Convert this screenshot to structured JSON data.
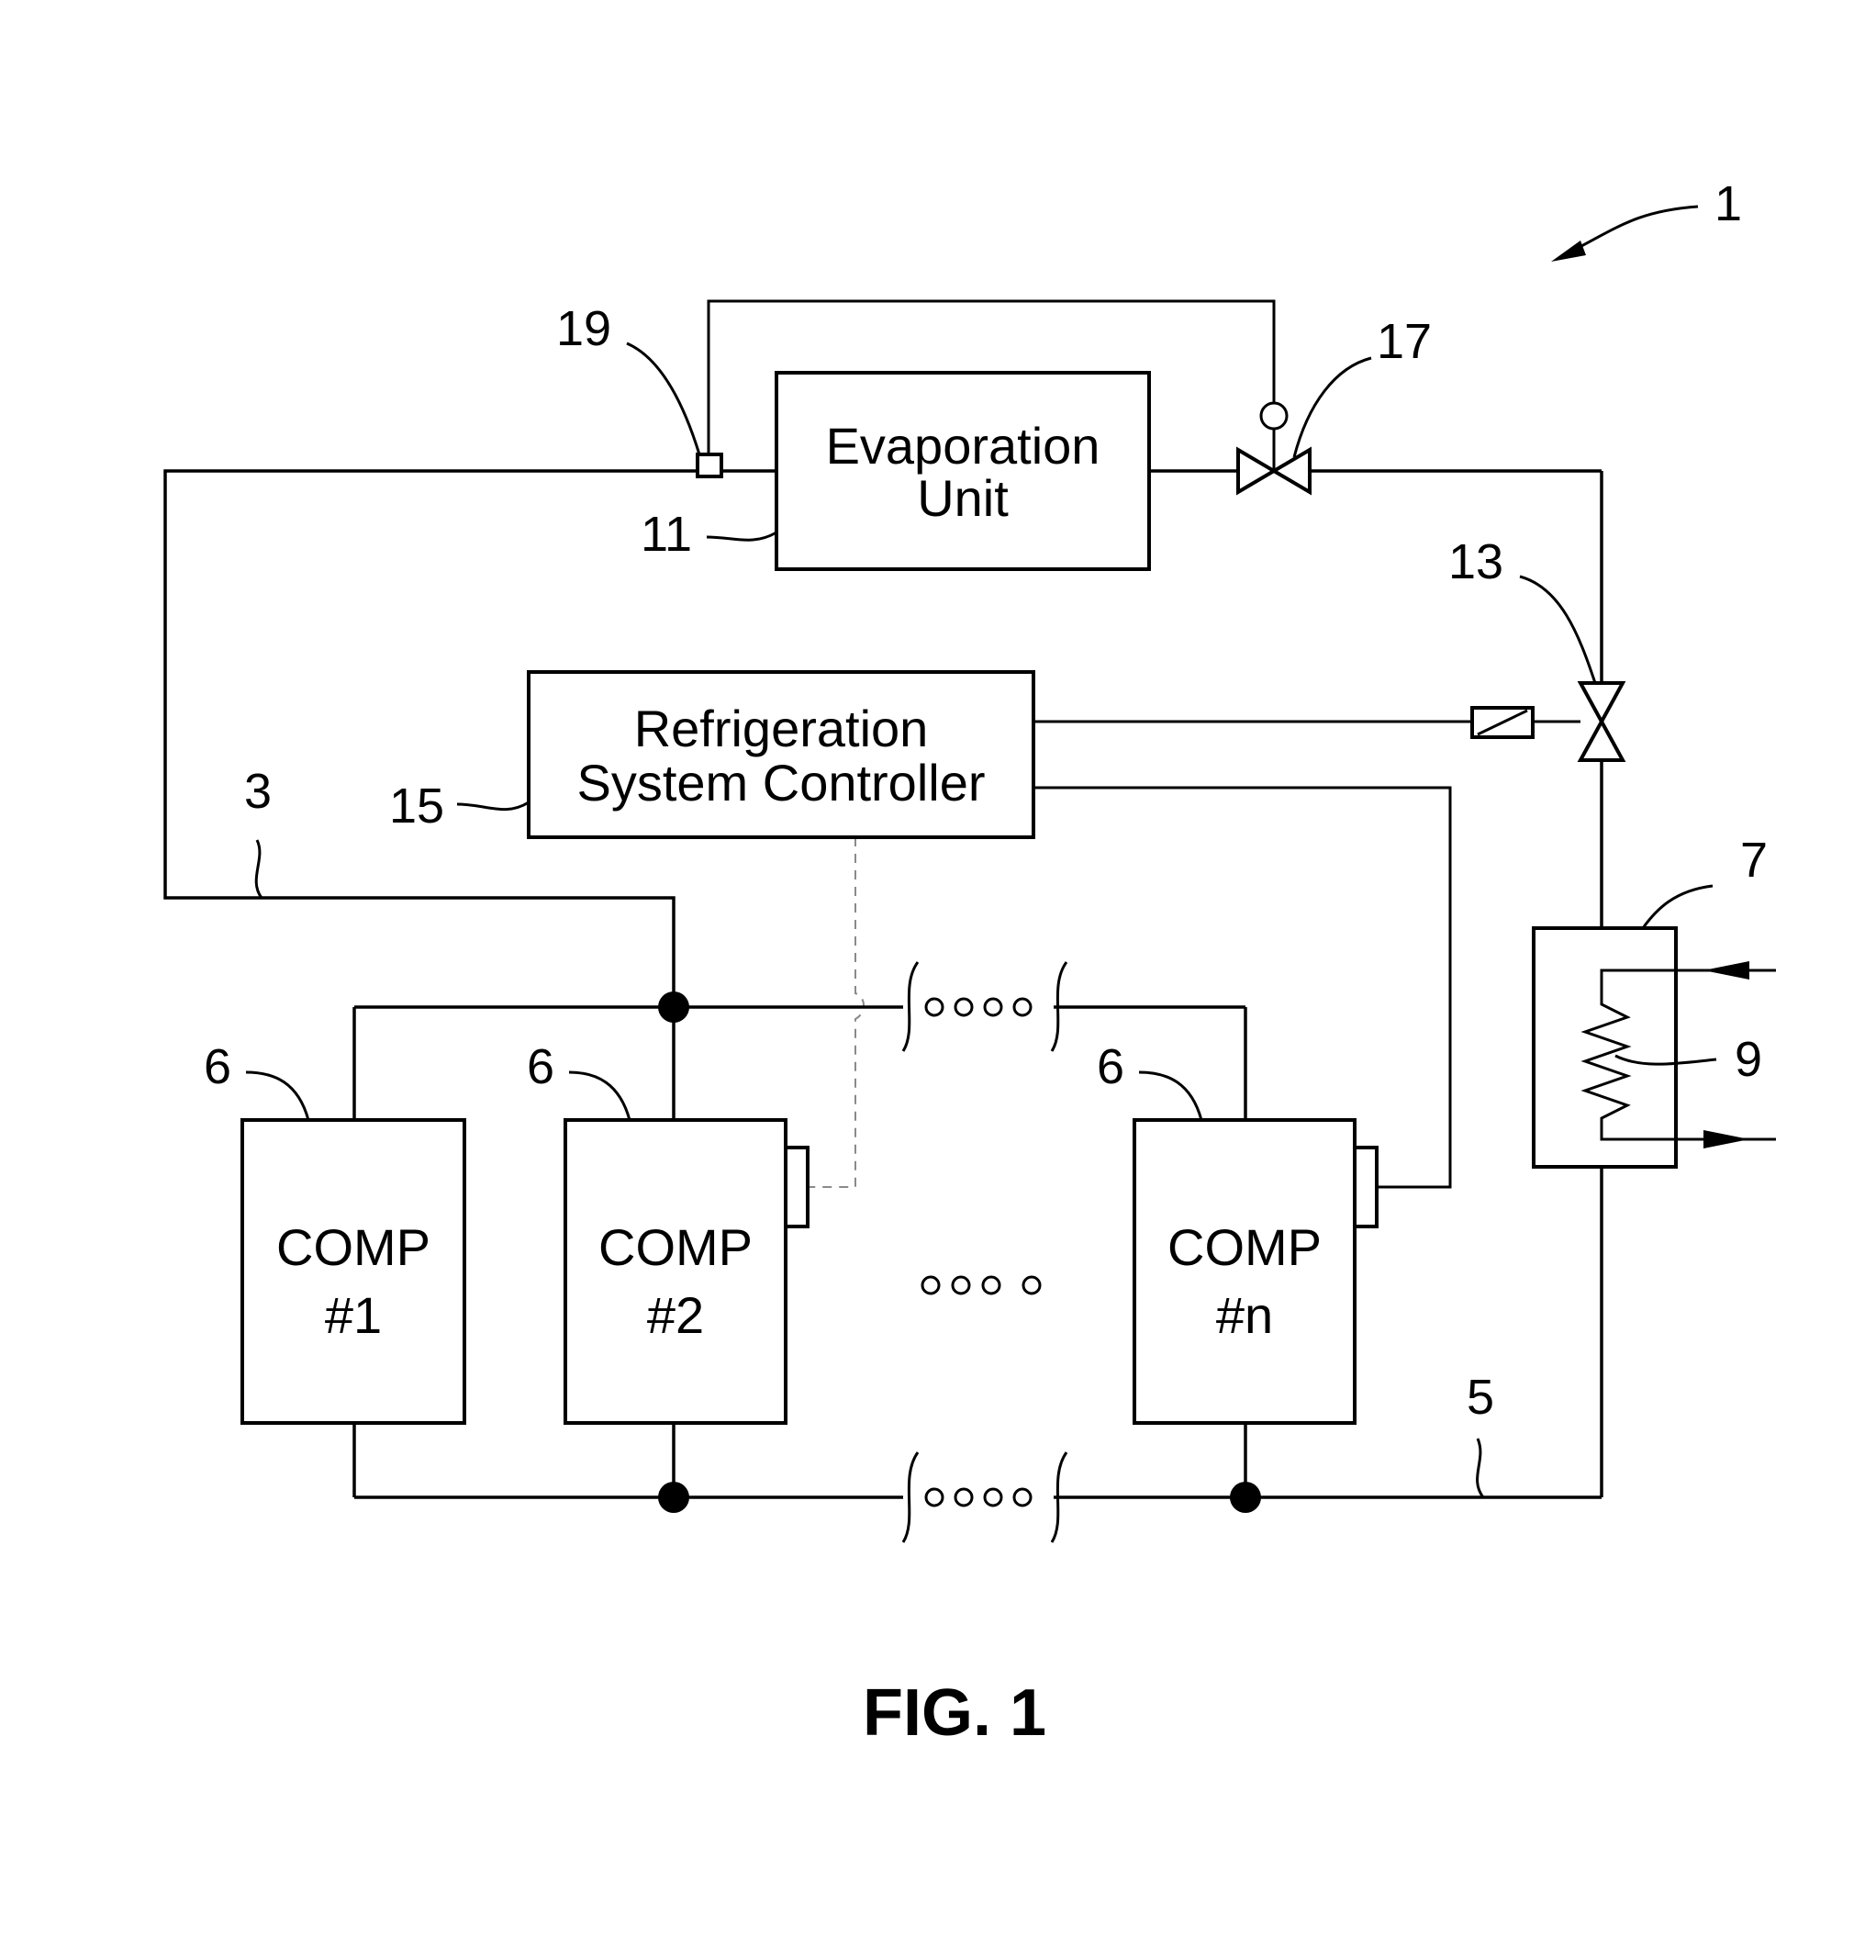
{
  "figure_caption": "FIG. 1",
  "blocks": {
    "evaporation_unit": {
      "line1": "Evaporation",
      "line2": "Unit"
    },
    "controller": {
      "line1": "Refrigeration",
      "line2": "System Controller"
    },
    "comp1": {
      "line1": "COMP",
      "line2": "#1"
    },
    "comp2": {
      "line1": "COMP",
      "line2": "#2"
    },
    "compn": {
      "line1": "COMP",
      "line2": "#n"
    }
  },
  "refs": {
    "system": "1",
    "suction_line": "3",
    "discharge_line": "5",
    "comp1": "6",
    "comp2": "6",
    "compn": "6",
    "condenser": "7",
    "coil": "9",
    "evaporator": "11",
    "solenoid_valve": "13",
    "controller": "15",
    "expansion_valve": "17",
    "sensor": "19"
  }
}
